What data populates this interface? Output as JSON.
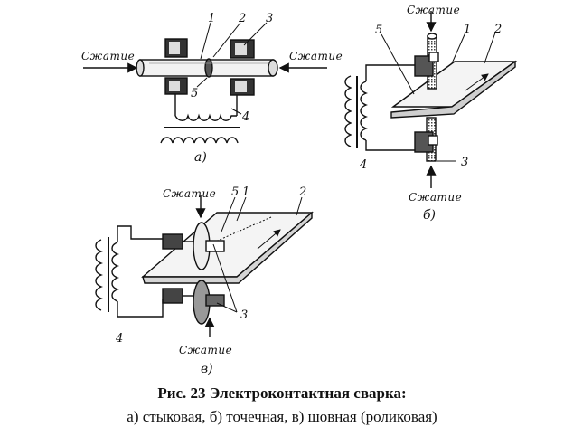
{
  "caption": {
    "title": "Рис. 23 Электроконтактная сварка:",
    "subtitle": "а) стыковая, б) точечная, в) шовная (роликовая)"
  },
  "diagram_a": {
    "word_left": "Сжатие",
    "word_right": "Сжатие",
    "num_1": "1",
    "num_2": "2",
    "num_3": "3",
    "num_4": "4",
    "num_5": "5",
    "sublabel": "а)"
  },
  "diagram_b": {
    "word_top": "Сжатие",
    "word_bottom": "Сжатие",
    "num_1": "1",
    "num_2": "2",
    "num_3": "3",
    "num_4": "4",
    "num_5": "5",
    "sublabel": "б)"
  },
  "diagram_c": {
    "word_top": "Сжатие",
    "word_bottom": "Сжатие",
    "num_1": "1",
    "num_2": "2",
    "num_3": "3",
    "num_4": "4",
    "num_5": "5",
    "sublabel": "в)"
  }
}
